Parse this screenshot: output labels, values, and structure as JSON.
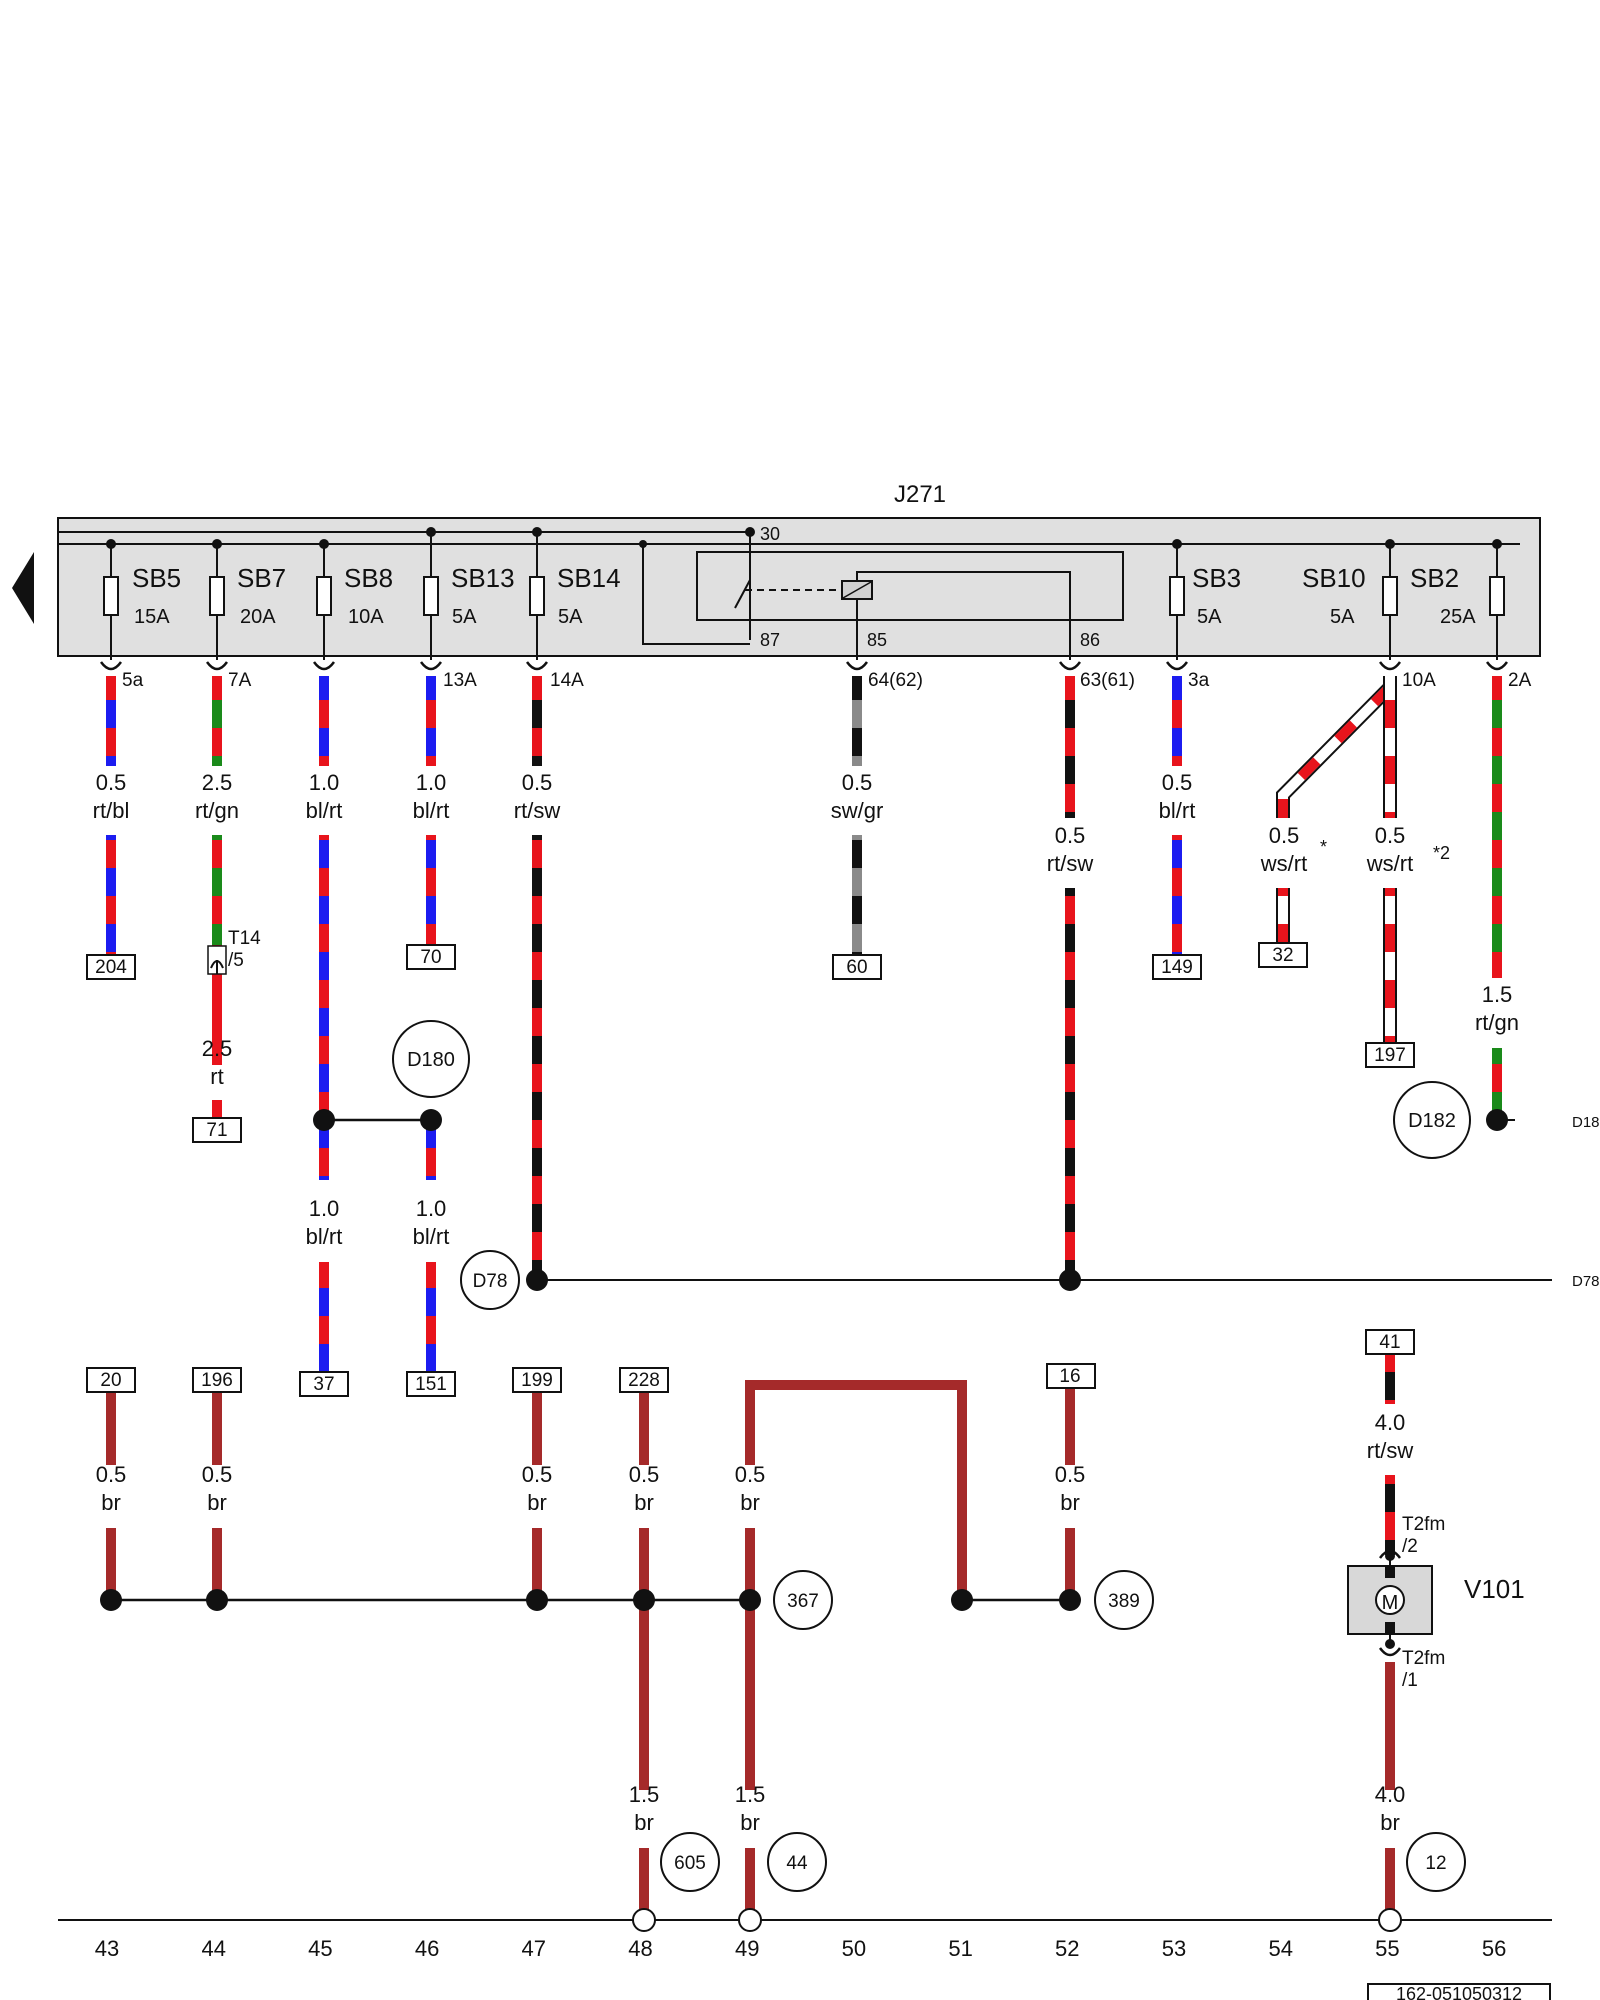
{
  "relay": {
    "label": "J271",
    "pin30": "30",
    "pin87": "87",
    "pin85": "85",
    "pin86": "86"
  },
  "fuses": [
    {
      "name": "SB5",
      "rating": "15A",
      "terminal": "5a"
    },
    {
      "name": "SB7",
      "rating": "20A",
      "terminal": "7A"
    },
    {
      "name": "SB8",
      "rating": "10A",
      "terminal": ""
    },
    {
      "name": "SB13",
      "rating": "5A",
      "terminal": "13A"
    },
    {
      "name": "SB14",
      "rating": "5A",
      "terminal": "14A"
    },
    {
      "name": "SB3",
      "rating": "5A",
      "terminal": "3a"
    },
    {
      "name": "SB10",
      "rating": "5A",
      "terminal": "10A"
    },
    {
      "name": "SB2",
      "rating": "25A",
      "terminal": "2A"
    }
  ],
  "relay_terminals": [
    "64(62)",
    "63(61)"
  ],
  "wire_labels": [
    {
      "size": "0.5",
      "color": "rt/bl"
    },
    {
      "size": "2.5",
      "color": "rt/gn"
    },
    {
      "size": "1.0",
      "color": "bl/rt"
    },
    {
      "size": "1.0",
      "color": "bl/rt"
    },
    {
      "size": "0.5",
      "color": "rt/sw"
    },
    {
      "size": "0.5",
      "color": "sw/gr"
    },
    {
      "size": "0.5",
      "color": "rt/sw"
    },
    {
      "size": "0.5",
      "color": "bl/rt"
    },
    {
      "size": "0.5",
      "color": "ws/rt"
    },
    {
      "size": "0.5",
      "color": "ws/rt"
    },
    {
      "size": "1.5",
      "color": "rt/gn"
    },
    {
      "size": "2.5",
      "color": "rt"
    },
    {
      "size": "1.0",
      "color": "bl/rt"
    },
    {
      "size": "1.0",
      "color": "bl/rt"
    },
    {
      "size": "0.5",
      "color": "br"
    },
    {
      "size": "0.5",
      "color": "br"
    },
    {
      "size": "0.5",
      "color": "br"
    },
    {
      "size": "0.5",
      "color": "br"
    },
    {
      "size": "0.5",
      "color": "br"
    },
    {
      "size": "0.5",
      "color": "br"
    },
    {
      "size": "1.5",
      "color": "br"
    },
    {
      "size": "1.5",
      "color": "br"
    },
    {
      "size": "4.0",
      "color": "rt/sw"
    },
    {
      "size": "4.0",
      "color": "br"
    }
  ],
  "references": [
    "204",
    "71",
    "70",
    "60",
    "149",
    "32",
    "197",
    "37",
    "151",
    "20",
    "196",
    "199",
    "228",
    "16",
    "41"
  ],
  "connector": {
    "name": "T14",
    "pin": "/5"
  },
  "notes": [
    "*",
    "*2"
  ],
  "circled": [
    "D180",
    "D182",
    "D78",
    "367",
    "389",
    "605",
    "44",
    "12"
  ],
  "edge_labels": [
    "D18",
    "D78"
  ],
  "motor": {
    "label": "V101",
    "symbol": "M",
    "top_conn": "T2fm",
    "top_pin": "/2",
    "bot_conn": "T2fm",
    "bot_pin": "/1"
  },
  "ruler": [
    "43",
    "44",
    "45",
    "46",
    "47",
    "48",
    "49",
    "50",
    "51",
    "52",
    "53",
    "54",
    "55",
    "56"
  ],
  "doc_code": "162-051050312"
}
